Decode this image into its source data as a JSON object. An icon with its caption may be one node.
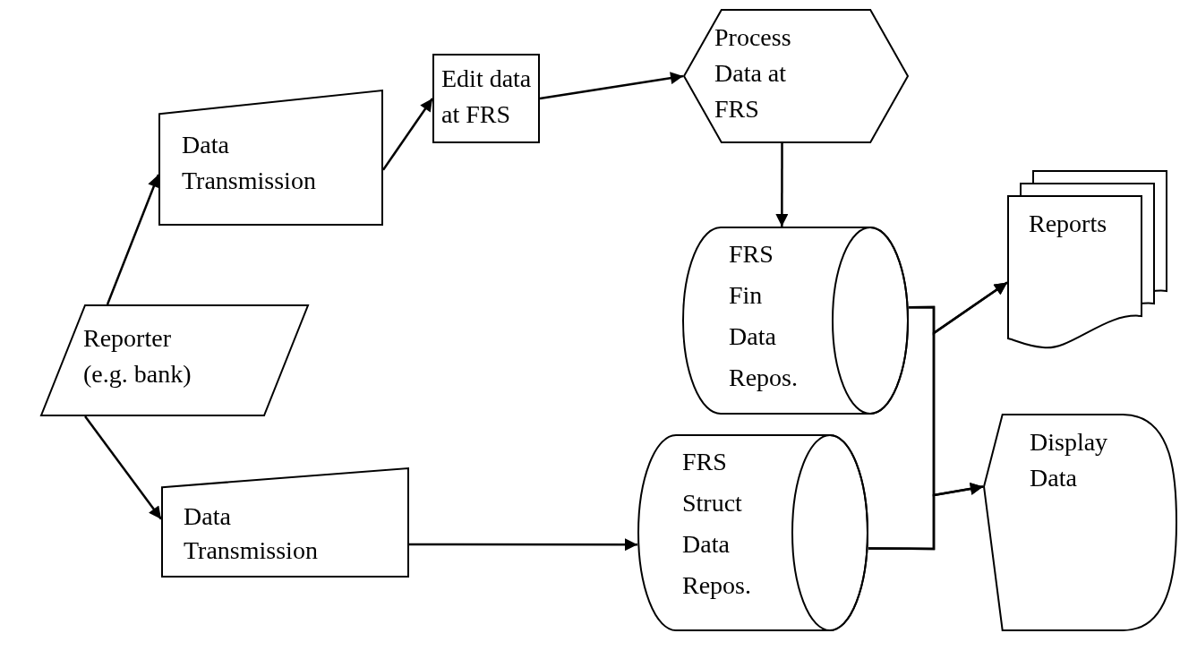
{
  "diagram": {
    "nodes": [
      {
        "text": [
          "Reporter (e.g. bank)"
        ]
      },
      {
        "text": [
          "Data Transmission"
        ]
      },
      {
        "text": [
          "Edit data at FRS"
        ]
      },
      {
        "text": [
          "Process Data at FRS"
        ]
      },
      {
        "text": [
          "FRS Fin Data Repos."
        ]
      },
      {
        "text": [
          "Reports"
        ]
      },
      {
        "text": [
          "Data Transmission"
        ]
      },
      {
        "text": [
          "FRS Struct Data Repos."
        ]
      },
      {
        "text": [
          "Display Data"
        ]
      }
    ],
    "edges": [
      {
        "from": 0,
        "to": 1,
        "arrow": "to"
      },
      {
        "from": 1,
        "to": 2,
        "arrow": "to"
      },
      {
        "from": 2,
        "to": 3,
        "arrow": "to"
      },
      {
        "from": 3,
        "to": 4,
        "arrow": "to"
      },
      {
        "from": 0,
        "to": 6,
        "arrow": "to"
      },
      {
        "from": 6,
        "to": 7,
        "arrow": "to"
      },
      {
        "from": 4,
        "to": 5,
        "arrow": "to"
      },
      {
        "from": 4,
        "to": 8,
        "arrow": "to"
      },
      {
        "from": 7,
        "to": 5,
        "arrow": "to"
      },
      {
        "from": 7,
        "to": 8,
        "arrow": "to"
      }
    ]
  }
}
